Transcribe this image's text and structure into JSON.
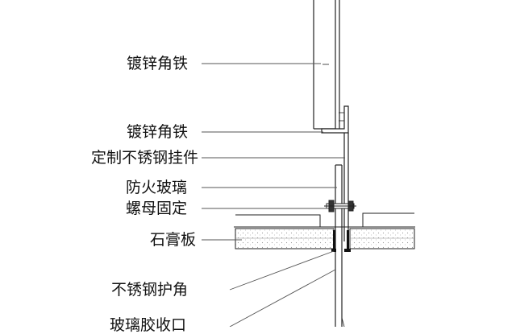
{
  "labels": [
    "镀锌角铁",
    "镀锌角铁",
    "定制不锈钢挂件",
    "防火玻璃",
    "螺母固定",
    "石膏板",
    "不锈钢护角",
    "玻璃胶收口"
  ]
}
